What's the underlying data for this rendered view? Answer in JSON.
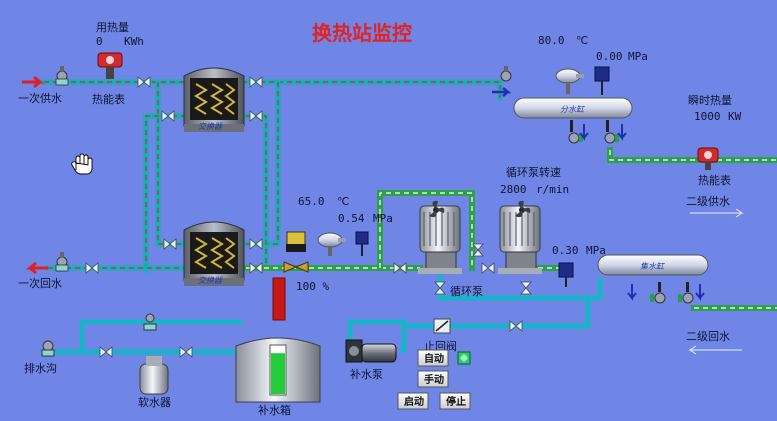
{
  "title": "换热站监控",
  "labels": {
    "cum_heat_title": "用热量",
    "cum_heat_value": "0",
    "cum_heat_unit": "KWh",
    "heat_meter_1": "热能表",
    "primary_supply": "一次供水",
    "primary_return": "一次回水",
    "exchanger_1": "交换器",
    "exchanger_2": "交换器",
    "temp_top_value": "80.0",
    "temp_unit": "℃",
    "pressure_top_value": "0.00",
    "pressure_unit": "MPa",
    "distributor": "分水缸",
    "inst_heat_title": "瞬时热量",
    "inst_heat_value": "1000",
    "inst_heat_unit": "KW",
    "heat_meter_2": "热能表",
    "secondary_supply": "二级供水",
    "pump_speed_title": "循环泵转速",
    "pump_speed_value": "2800",
    "pump_speed_unit": "r/min",
    "temp_mid_value": "65.0",
    "pressure_mid_value": "0.54",
    "pressure_low_value": "0.30",
    "collector": "集水缸",
    "circ_pump": "循环泵",
    "valve_percent": "100 %",
    "secondary_return": "二级回水",
    "check_valve": "止回阀",
    "drain": "排水沟",
    "softener": "软水器",
    "makeup_tank": "补水箱",
    "makeup_pump": "补水泵"
  },
  "buttons": {
    "auto": "自动",
    "manual": "手动",
    "start": "启动",
    "stop": "停止"
  },
  "colors": {
    "background": "#6f86e6",
    "title": "#e32222",
    "pipe_supply": "#0fb3b8",
    "pipe_makeup": "#2fa04a",
    "status_led": "#22d36a"
  },
  "status": {
    "valve_opening_percent": 100,
    "tank_level_fraction": 0.85
  },
  "icons": {
    "cursor": "hand-cursor-icon",
    "flow_in": "red-arrow-icon",
    "flow_out": "blue-arrow-icon"
  }
}
